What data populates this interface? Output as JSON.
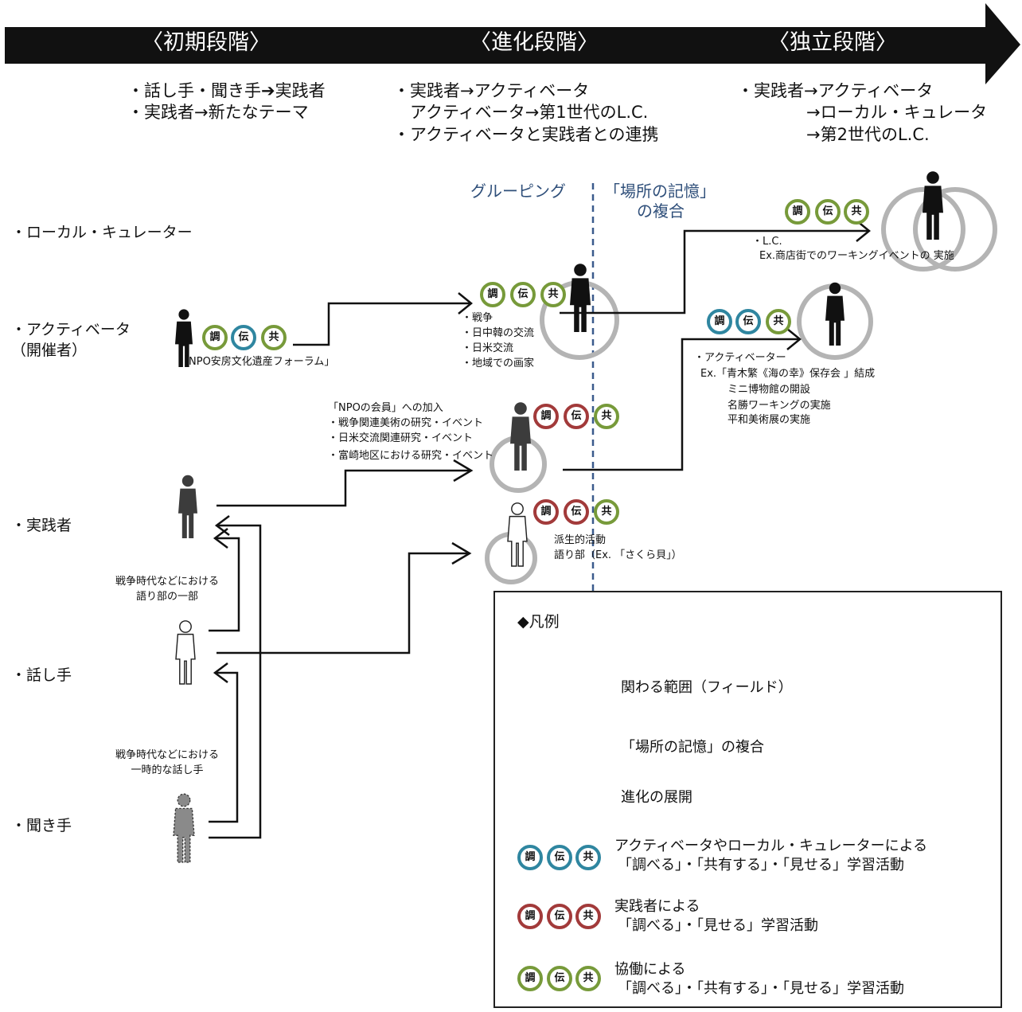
{
  "banner": {
    "stage1": "〈初期段階〉",
    "stage2": "〈進化段階〉",
    "stage3": "〈独立段階〉"
  },
  "stage_descriptions": {
    "stage1": [
      "・話し手・聞き手➔実践者",
      "・実践者→新たなテーマ"
    ],
    "stage2": [
      "・実践者→アクティベータ",
      "　アクティベータ→第1世代のL.C.",
      "・アクティベータと実践者との連携"
    ],
    "stage3": [
      "・実践者→アクティベータ",
      "→ローカル・キュレータ",
      "→第2世代のL.C."
    ]
  },
  "divider": {
    "left_label": "グルーピング",
    "right_label_1": "「場所の記憶」",
    "right_label_2": "の複合"
  },
  "roles": {
    "local_curator": "・ローカル・キュレーター",
    "activator_1": "・アクティベータ",
    "activator_2": "（開催者）",
    "practitioner": "・実践者",
    "speaker": "・話し手",
    "listener": "・聞き手"
  },
  "badge_chars": {
    "shirabe": "調",
    "tsutae": "伝",
    "tomo": "共"
  },
  "annotations": {
    "forum": "「NPO安房文化遺産フォーラム」",
    "activator_topics": [
      "・戦争",
      "・日中韓の交流",
      "・日米交流",
      "・地域での画家"
    ],
    "npo_member": [
      "「NPOの会員」への加入",
      "・戦争関連美術の研究・イベント",
      "・日米交流関連研究・イベント",
      "・富崎地区における研究・イベント"
    ],
    "derived": [
      "派生的活動",
      "語り部（Ex. 「さくら貝」）"
    ],
    "lc": [
      "・L.C.",
      "Ex.商店街でのワーキングイベントの 実施"
    ],
    "activator_stage3": [
      "・アクティベーター",
      "Ex.「青木繁《海の幸》保存会 」結成",
      "ミニ博物館の開設",
      "名勝ワーキングの実施",
      "平和美術展の実施"
    ],
    "war_storytellers": [
      "戦争時代などにおける",
      "語り部の一部"
    ],
    "war_speakers": [
      "戦争時代などにおける",
      "一時的な話し手"
    ]
  },
  "legend": {
    "title": "◆凡例",
    "field": "関わる範囲（フィールド）",
    "memory": "「場所の記憶」の複合",
    "evolution": "進化の展開",
    "blue_1": "アクティベータやローカル・キュレーターによる",
    "blue_2": "「調べる」・「共有する」・「見せる」学習活動",
    "red_1": "実践者による",
    "red_2": "「調べる」・「見せる」学習活動",
    "green_1": "協働による",
    "green_2": "「調べる」・「共有する」・「見せる」学習活動"
  },
  "colors": {
    "banner": "#111111",
    "green": "#779a3a",
    "blue": "#2f86a0",
    "red": "#a23a3a",
    "circle": "#b4b4b4",
    "divider": "#3a5a8c"
  }
}
